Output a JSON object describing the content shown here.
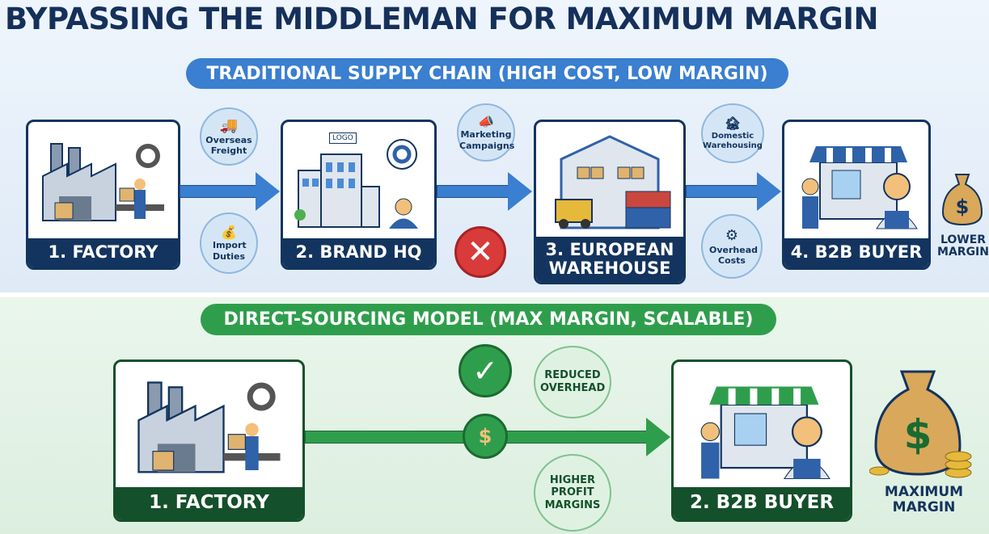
{
  "title": "BYPASSING THE MIDDLEMAN FOR MAXIMUM MARGIN",
  "traditional": {
    "heading": "TRADITIONAL SUPPLY CHAIN (HIGH COST, LOW MARGIN)",
    "steps": [
      {
        "label": "1. FACTORY",
        "icon": "factory-icon"
      },
      {
        "label": "2. BRAND HQ",
        "icon": "office-building-icon",
        "logo_text": "LOGO"
      },
      {
        "label": "3. EUROPEAN WAREHOUSE",
        "icon": "warehouse-icon"
      },
      {
        "label": "4. B2B BUYER",
        "icon": "storefront-icon"
      }
    ],
    "costs": [
      {
        "label": "Overseas Freight",
        "icon": "truck-icon"
      },
      {
        "label": "Import Duties",
        "icon": "money-hand-icon"
      },
      {
        "label": "Marketing Campaigns",
        "icon": "megaphone-icon"
      },
      {
        "label": "Domestic Warehousing",
        "icon": "warehouse-icon"
      },
      {
        "label": "Overhead Costs",
        "icon": "gear-dollar-icon"
      }
    ],
    "result": "LOWER MARGIN",
    "status_icon": "red-x-icon"
  },
  "direct": {
    "heading": "DIRECT-SOURCING MODEL (MAX MARGIN, SCALABLE)",
    "steps": [
      {
        "label": "1. FACTORY",
        "icon": "factory-icon"
      },
      {
        "label": "2. B2B BUYER",
        "icon": "storefront-icon"
      }
    ],
    "benefits": [
      {
        "label": "REDUCED OVERHEAD"
      },
      {
        "label": "HIGHER PROFIT MARGINS"
      }
    ],
    "result": "MAXIMUM MARGIN",
    "status_icon": "green-check-icon"
  },
  "colors": {
    "navy": "#13345e",
    "blue": "#3a7fd0",
    "green": "#2f9e4c",
    "dark_green": "#14502b",
    "red": "#d93a3a"
  }
}
